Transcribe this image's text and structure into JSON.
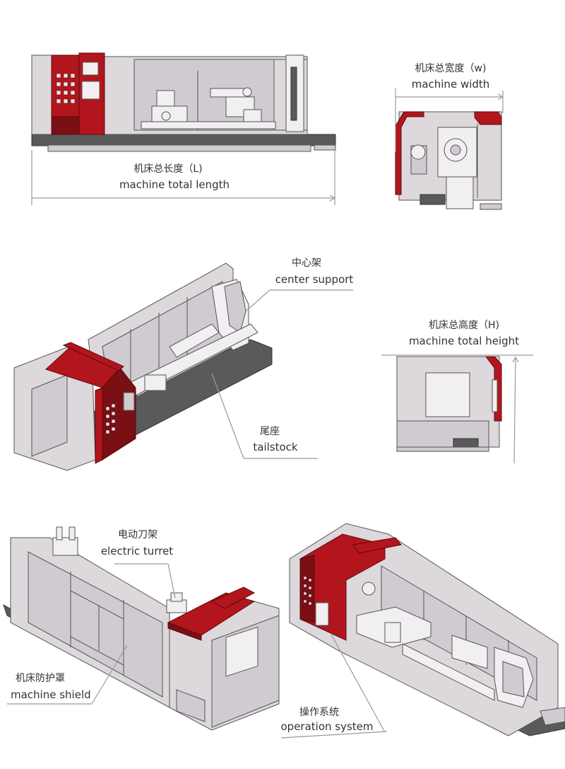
{
  "labels": {
    "length_zh": "机床总长度（L)",
    "length_en": "machine total length",
    "width_zh": "机床总宽度（w)",
    "width_en": "machine width",
    "center_support_zh": "中心架",
    "center_support_en": "center support",
    "height_zh": "机床总高度（H)",
    "height_en": "machine total height",
    "tailstock_zh": "尾座",
    "tailstock_en": "tailstock",
    "turret_zh": "电动刀架",
    "turret_en": "electric turret",
    "shield_zh": "机床防护罩",
    "shield_en": "machine shield",
    "operation_zh": "操作系统",
    "operation_en": "operation system"
  },
  "colors": {
    "accent_red": "#b3151c",
    "dark_red": "#7a0f14",
    "body_gray": "#dcd8dc",
    "panel_gray": "#cfcbd0",
    "line_gray": "#555555",
    "leader_gray": "#9a9a9a",
    "base_dark": "#555555"
  }
}
